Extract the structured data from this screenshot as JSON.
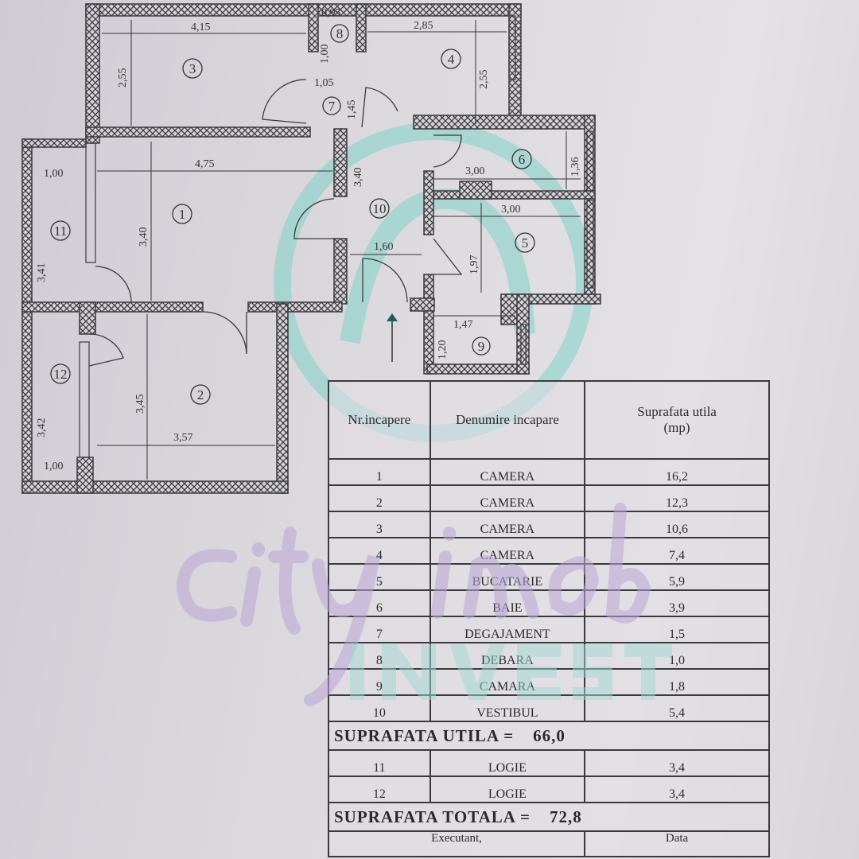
{
  "plan": {
    "rooms": [
      "1",
      "2",
      "3",
      "4",
      "5",
      "6",
      "7",
      "8",
      "9",
      "10",
      "11",
      "12"
    ],
    "dimensions": {
      "r3_width": "4,15",
      "r3_height": "2,55",
      "r8_width": "0,95",
      "r8_height": "1,00",
      "r7_width": "1,05",
      "r7_height": "1,45",
      "r4_width": "2,85",
      "r4_height": "2,55",
      "r1_width": "4,75",
      "r1_height": "3,40",
      "r11_width": "1,00",
      "r11_height": "3,41",
      "r10_width": "1,60",
      "r10_height": "3,40",
      "r6_width": "3,00",
      "r6_height": "1,36",
      "r5_width": "3,00",
      "r5_height": "1,97",
      "r9_width": "1,47",
      "r9_height": "1,20",
      "r2_width": "3,57",
      "r2_height": "3,45",
      "r12_width": "1,00",
      "r12_height": "3,42"
    },
    "colors": {
      "wall": "#3a3a3e",
      "paper": "#dcd9de"
    }
  },
  "table": {
    "headers": [
      "Nr.incapere",
      "Denumire incapare",
      "Suprafata utila",
      "(mp)"
    ],
    "rows": [
      {
        "nr": "1",
        "name": "CAMERA",
        "area": "16,2"
      },
      {
        "nr": "2",
        "name": "CAMERA",
        "area": "12,3"
      },
      {
        "nr": "3",
        "name": "CAMERA",
        "area": "10,6"
      },
      {
        "nr": "4",
        "name": "CAMERA",
        "area": "7,4"
      },
      {
        "nr": "5",
        "name": "BUCATARIE",
        "area": "5,9"
      },
      {
        "nr": "6",
        "name": "BAIE",
        "area": "3,9"
      },
      {
        "nr": "7",
        "name": "DEGAJAMENT",
        "area": "1,5"
      },
      {
        "nr": "8",
        "name": "DEBARA",
        "area": "1,0"
      },
      {
        "nr": "9",
        "name": "CAMARA",
        "area": "1,8"
      },
      {
        "nr": "10",
        "name": "VESTIBUL",
        "area": "5,4"
      }
    ],
    "utila_label": "SUPRAFATA UTILA =",
    "utila_value": "66,0",
    "extra_rows": [
      {
        "nr": "11",
        "name": "LOGIE",
        "area": "3,4"
      },
      {
        "nr": "12",
        "name": "LOGIE",
        "area": "3,4"
      }
    ],
    "totala_label": "SUPRAFATA TOTALA =",
    "totala_value": "72,8",
    "footer": [
      "Executant,",
      "Data"
    ]
  },
  "watermark": {
    "line1": "city imob",
    "line2": "INVEST",
    "colors": {
      "script": "#b9a6d6",
      "block": "#9fd9cf",
      "logo": "#7fd3c6"
    }
  }
}
